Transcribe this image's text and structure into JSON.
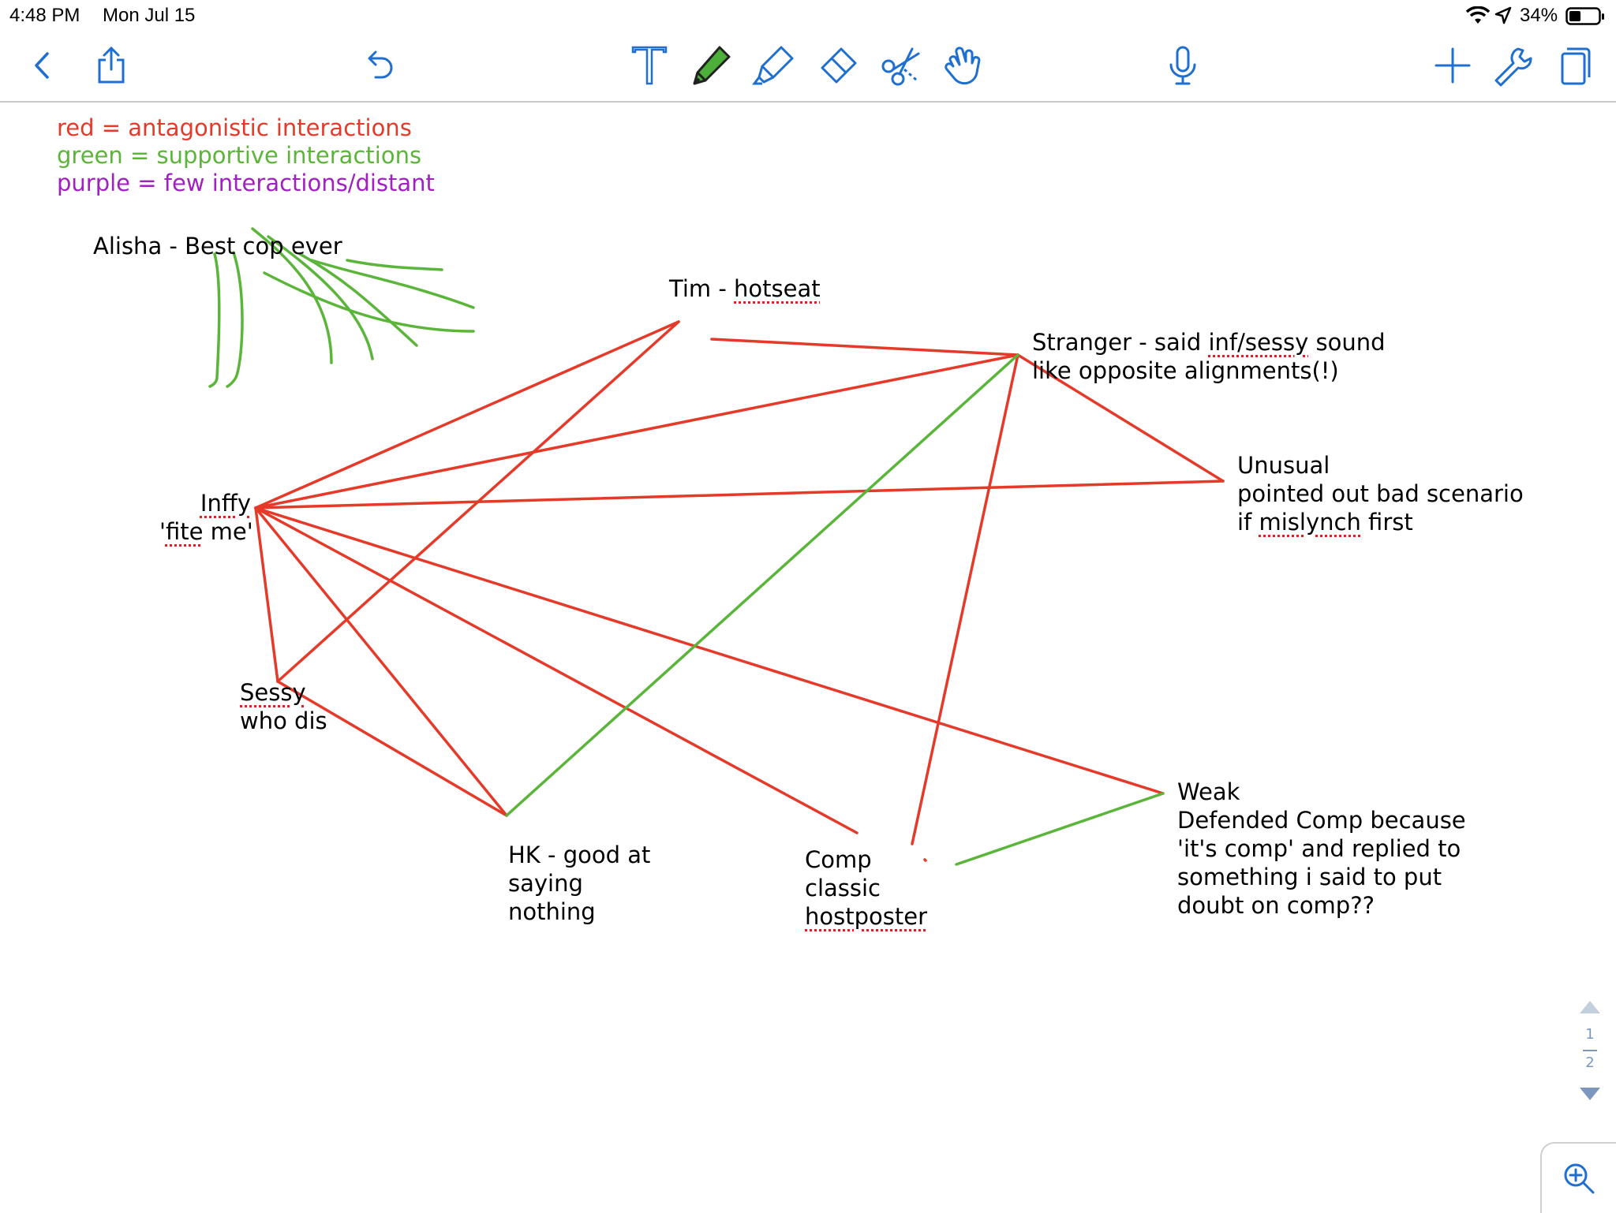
{
  "status": {
    "time": "4:48 PM",
    "date": "Mon Jul 15",
    "battery": "34%"
  },
  "toolbar": {
    "left": [
      {
        "icon": "back-chevron-icon"
      },
      {
        "icon": "share-icon"
      },
      {
        "icon": "undo-icon"
      }
    ],
    "tools": [
      {
        "icon": "text-tool-icon"
      },
      {
        "icon": "pen-tool-icon"
      },
      {
        "icon": "highlighter-tool-icon"
      },
      {
        "icon": "eraser-tool-icon"
      },
      {
        "icon": "lasso-scissors-icon"
      },
      {
        "icon": "hand-pointer-icon"
      }
    ],
    "mic": {
      "icon": "microphone-icon"
    },
    "right": [
      {
        "icon": "plus-icon"
      },
      {
        "icon": "wrench-icon"
      },
      {
        "icon": "pages-icon"
      }
    ],
    "active_color": "#4caf3a",
    "accent": "#1f6fd1"
  },
  "legend": {
    "red": "red = antagonistic interactions",
    "green": "green = supportive interactions",
    "purple": "purple = few interactions/distant",
    "red_color": "#e53a2a",
    "green_color": "#5bb53a",
    "purple_color": "#a020c0"
  },
  "notes": {
    "alisha": "Alisha - Best cop ever",
    "tim_name": "Tim - ",
    "tim_word": "hotseat",
    "stranger_pre": "Stranger - said ",
    "stranger_sq1": "inf/sessy",
    "stranger_post": " sound",
    "stranger_line2": "like opposite alignments(!)",
    "unusual_line1": "Unusual",
    "unusual_line2": "pointed out bad scenario",
    "unusual_pre": "if ",
    "unusual_sq": "mislynch",
    "unusual_post": " first",
    "inffy_name": "Inffy",
    "inffy_pre": "'",
    "inffy_sq": "fite",
    "inffy_post": " me'",
    "sessy_name": "Sessy",
    "sessy_line2": "who dis",
    "hk_line1": "HK - good at",
    "hk_line2": "saying",
    "hk_line3": "nothing",
    "comp_line1": "Comp",
    "comp_line2": "classic",
    "comp_line3": "hostposter",
    "weak_line1": "Weak",
    "weak_line2": "Defended Comp because",
    "weak_line3": "'it's comp' and replied to",
    "weak_line4": "something i said to put",
    "weak_line5": "doubt on comp??"
  },
  "pager": {
    "current": "1",
    "total": "2"
  }
}
